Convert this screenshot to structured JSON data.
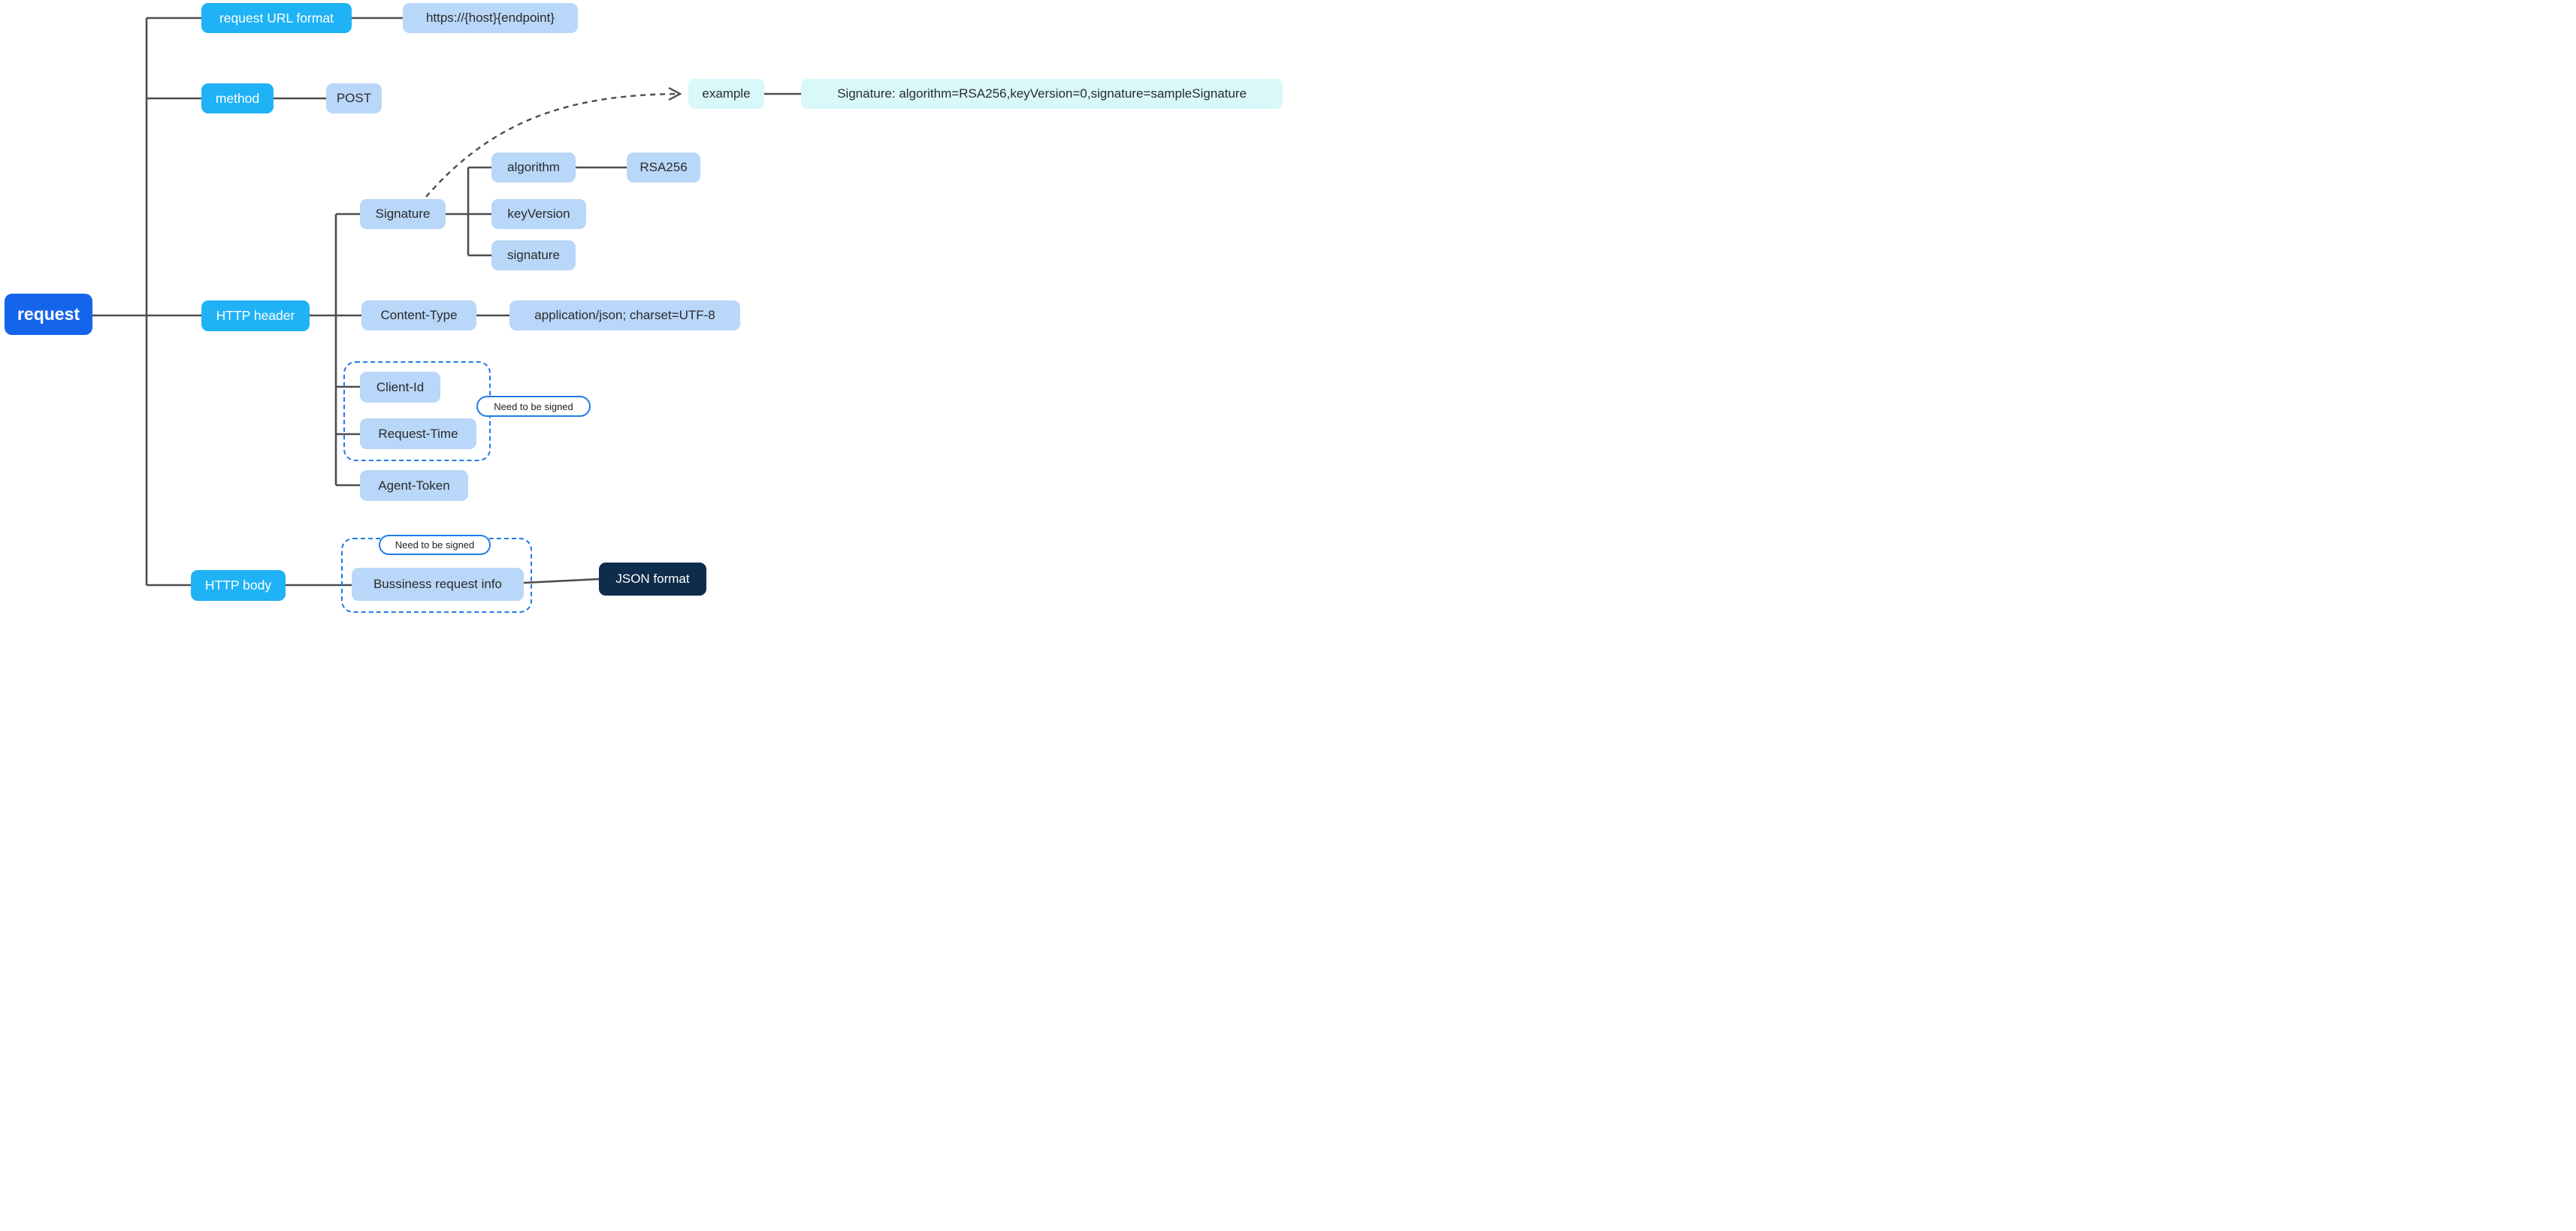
{
  "nodes": {
    "root": "request",
    "request_url_format": "request URL format",
    "url_value": "https://{host}{endpoint}",
    "method": "method",
    "method_value": "POST",
    "example": "example",
    "example_value": "Signature: algorithm=RSA256,keyVersion=0,signature=sampleSignature",
    "http_header": "HTTP header",
    "signature": "Signature",
    "algorithm": "algorithm",
    "algorithm_value": "RSA256",
    "key_version": "keyVersion",
    "signature_field": "signature",
    "content_type": "Content-Type",
    "content_type_value": "application/json; charset=UTF-8",
    "client_id": "Client-Id",
    "request_time": "Request-Time",
    "agent_token": "Agent-Token",
    "http_body": "HTTP body",
    "business_request_info": "Bussiness request info",
    "json_format": "JSON format"
  },
  "annotations": {
    "need_to_be_signed": "Need to be signed"
  },
  "structure": {
    "request": {
      "request URL format": [
        "https://{host}{endpoint}"
      ],
      "method": [
        "POST"
      ],
      "HTTP header": {
        "Signature": {
          "children": [
            "algorithm: RSA256",
            "keyVersion",
            "signature"
          ],
          "example": "Signature: algorithm=RSA256,keyVersion=0,signature=sampleSignature"
        },
        "Content-Type": [
          "application/json; charset=UTF-8"
        ],
        "need_to_be_signed_group": [
          "Client-Id",
          "Request-Time"
        ],
        "Agent-Token": []
      },
      "HTTP body": {
        "need_to_be_signed_group": [
          "Bussiness request info"
        ],
        "Bussiness request info": [
          "JSON format"
        ]
      }
    }
  },
  "colors": {
    "root_fill": "#1565EC",
    "branch_fill": "#1FB2F4",
    "leaf_fill": "#B9D7F8",
    "example_fill": "#D8F8FA",
    "dark_fill": "#0E2C4B",
    "annotation_blue": "#1E7CE8",
    "connector_gray": "#4D4D4D"
  }
}
